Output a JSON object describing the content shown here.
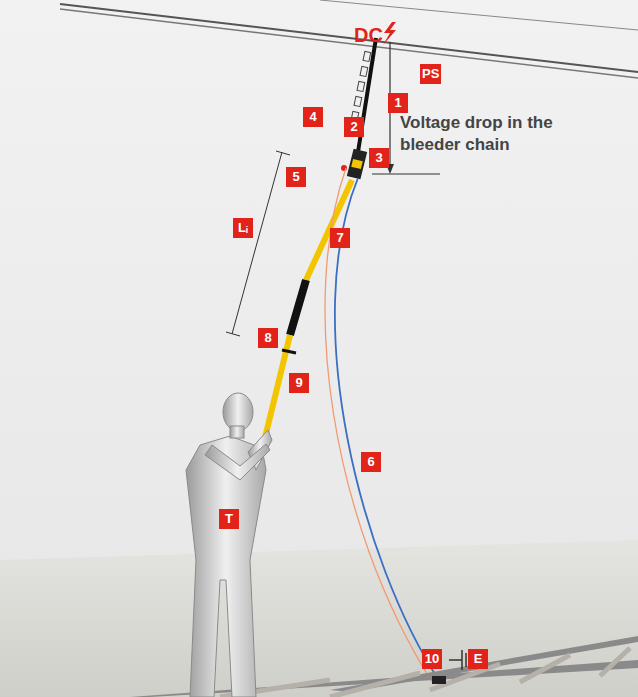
{
  "diagram": {
    "nodes": [
      {
        "text": [
          "PS"
        ]
      },
      {
        "text": [
          "1"
        ]
      },
      {
        "text": [
          "4"
        ]
      },
      {
        "text": [
          "2"
        ]
      },
      {
        "text": [
          "3"
        ]
      },
      {
        "text": [
          "5"
        ]
      },
      {
        "text": [
          "Lᵢ"
        ]
      },
      {
        "text": [
          "7"
        ]
      },
      {
        "text": [
          "8"
        ]
      },
      {
        "text": [
          "9"
        ]
      },
      {
        "text": [
          "6"
        ]
      },
      {
        "text": [
          "T"
        ]
      },
      {
        "text": [
          "10"
        ]
      },
      {
        "text": [
          "E"
        ]
      }
    ],
    "labels": [
      "DC",
      "Voltage drop in the bleeder chain"
    ]
  }
}
